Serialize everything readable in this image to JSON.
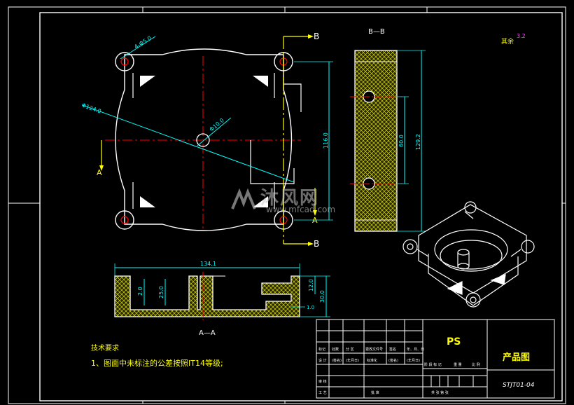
{
  "views": {
    "section_bb_label": "B—B",
    "section_aa_label": "A—A",
    "cut_marker_a": "A",
    "cut_marker_b": "B"
  },
  "dimensions": {
    "holes": "4-Φ5.0",
    "circle_dia": "Φ124.0",
    "center_hole": "Φ10.0",
    "height_116": "116.0",
    "height_60": "60.0",
    "height_129": "129.2",
    "width_134": "134.1",
    "d_2": "2.0",
    "d_25": "25.0",
    "d_12": "12.0",
    "d_30": "30.0",
    "d_1": "1.0"
  },
  "surface_finish": {
    "label": "其余",
    "value": "3.2"
  },
  "notes": {
    "title": "技术要求",
    "line1": "1、图面中未标注的公差按照IT14等级;"
  },
  "title_block": {
    "material": "PS",
    "drawing_name": "产品图",
    "drawing_number": "STJT01-04",
    "row1": [
      "标记",
      "处数",
      "分 区",
      "更改文件号",
      "签名",
      "年、月、日"
    ],
    "row2": [
      "设 计",
      "(签名)",
      "(年月日)",
      "标准化",
      "(签名)",
      "(年月日)"
    ],
    "stage_headers": [
      "阶 段 标 记",
      "重 量",
      "比 例"
    ],
    "row_review": "审 核",
    "row_process": "工 艺",
    "row_approve": "批 准",
    "sheet": "共  张  第  张"
  },
  "watermark": {
    "title": "沐风网",
    "url": "www.mfcad.com"
  },
  "colors": {
    "background": "#000000",
    "part_outline": "#ffffff",
    "centerline": "#ff0000",
    "dimension": "#00ffff",
    "cut_line": "#ffff00",
    "hatch": "#ffff00",
    "border": "#ffffff"
  }
}
